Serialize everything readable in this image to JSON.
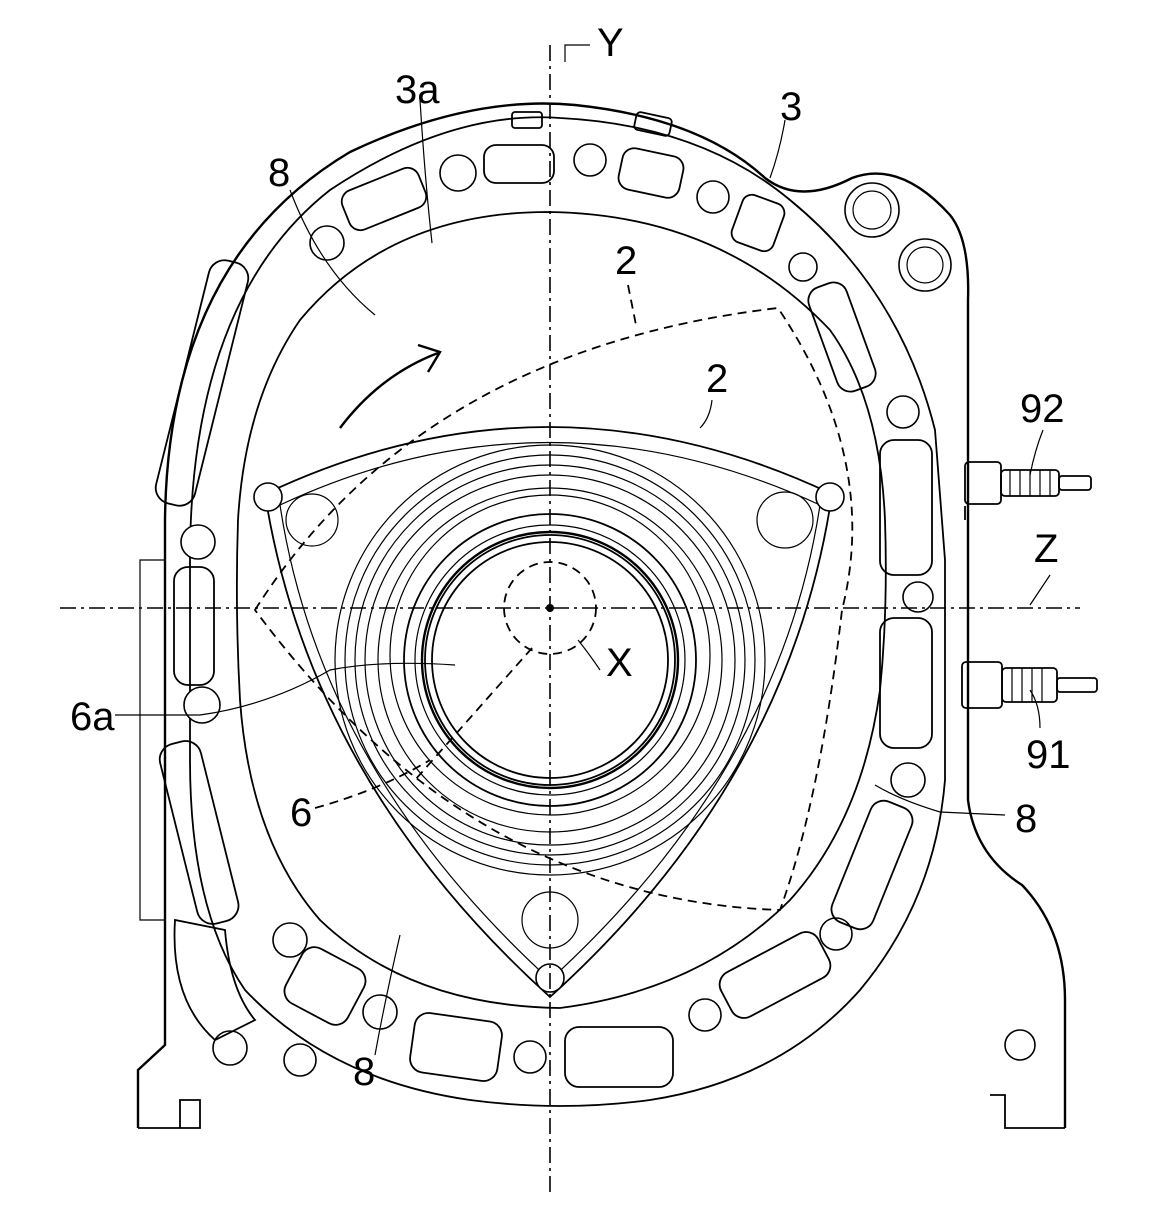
{
  "labels": {
    "axis_y": "Y",
    "axis_z": "Z",
    "center_x": "X",
    "housing": "3",
    "housing_inner": "3a",
    "rotor_dashed": "2",
    "rotor_solid": "2",
    "chamber_top_left": "8",
    "chamber_right": "8",
    "chamber_bottom": "8",
    "shaft_bore": "6a",
    "shaft": "6",
    "plug_upper": "92",
    "plug_lower": "91"
  }
}
